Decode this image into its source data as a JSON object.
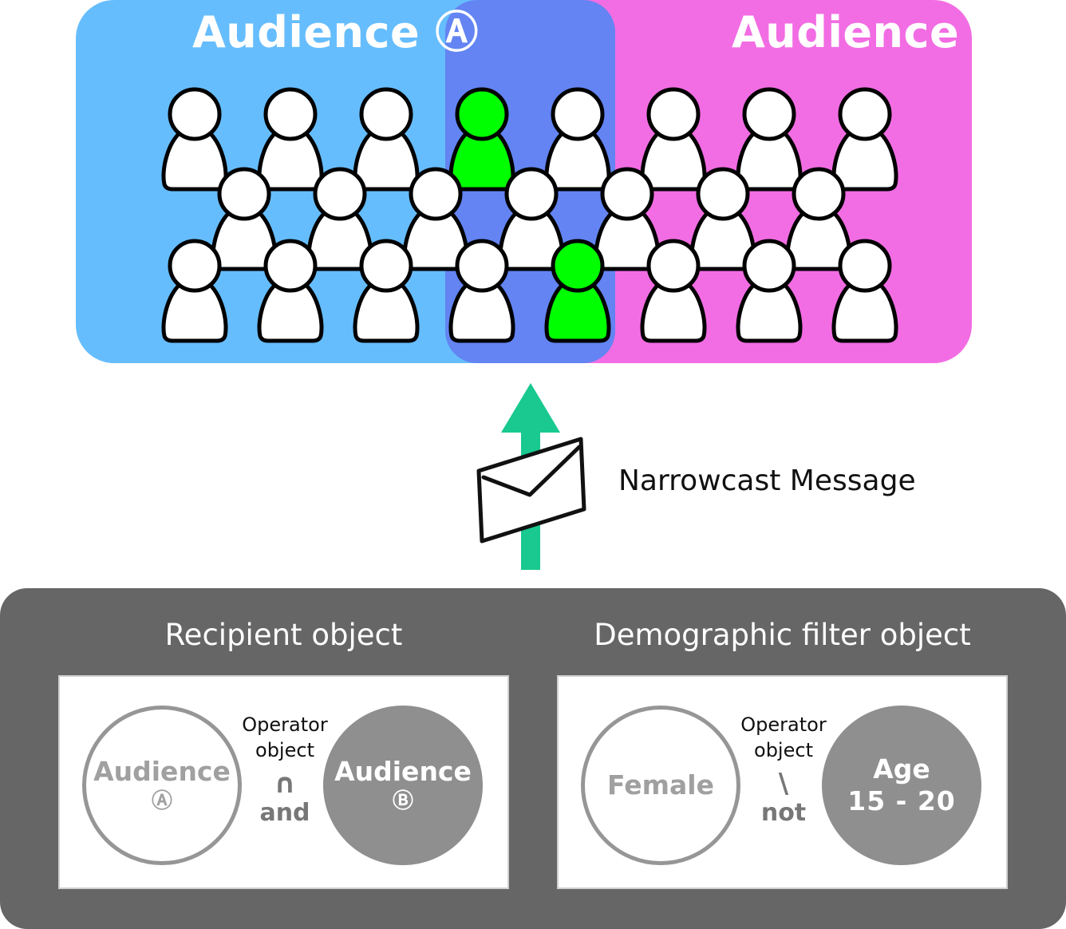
{
  "audience_panel": {
    "audience_a": {
      "title": "Audience Ⓐ",
      "color": "#66bdfd"
    },
    "audience_b": {
      "title": "Audience Ⓑ",
      "color": "#f26de3"
    },
    "overlap_color": "#6384f2",
    "target_person_color": "#00ff00",
    "person_color": "#ffffff"
  },
  "message": {
    "label": "Narrowcast Message",
    "arrow_color": "#19c98f",
    "icon": "envelope-icon"
  },
  "bottom_panel": {
    "recipient": {
      "title": "Recipient object",
      "left_circle": {
        "main": "Audience",
        "sub": "Ⓐ"
      },
      "right_circle": {
        "main": "Audience",
        "sub": "Ⓑ"
      },
      "operator": {
        "label": "Operator\nobject",
        "symbol": "∩",
        "word": "and"
      }
    },
    "filter": {
      "title": "Demographic filter object",
      "left_circle": {
        "main": "Female"
      },
      "right_circle": {
        "main": "Age",
        "sub": "15 - 20"
      },
      "operator": {
        "label": "Operator\nobject",
        "symbol": "\\",
        "word": "not"
      }
    }
  }
}
